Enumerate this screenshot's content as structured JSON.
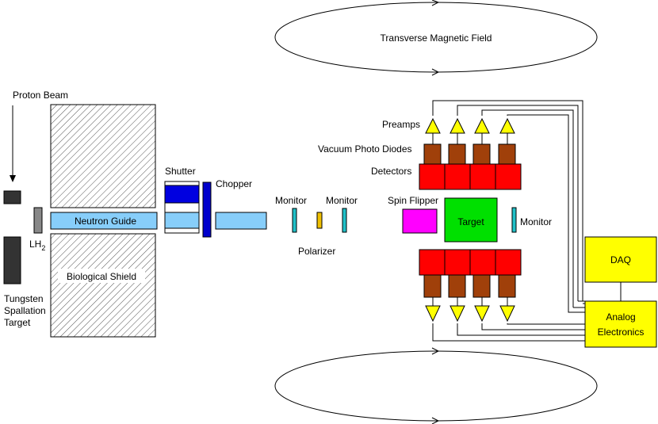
{
  "labels": {
    "field": "Transverse Magnetic Field",
    "proton_beam": "Proton Beam",
    "lh2_main": "LH",
    "lh2_sub": "2",
    "target_tungsten": [
      "Tungsten",
      "Spallation",
      "Target"
    ],
    "neutron_guide": "Neutron Guide",
    "biological_shield": "Biological Shield",
    "shutter": "Shutter",
    "chopper": "Chopper",
    "monitor": "Monitor",
    "polarizer": "Polarizer",
    "spin_flipper": "Spin Flipper",
    "target": "Target",
    "preamps": "Preamps",
    "vpd": "Vacuum Photo Diodes",
    "detectors": "Detectors",
    "daq": "DAQ",
    "analog": [
      "Analog",
      "Electronics"
    ]
  },
  "colors": {
    "guide": "#87cefa",
    "shutter": "#0000e0",
    "chopper": "#0000cc",
    "monitor": "#20c0c8",
    "polarizer": "#f0c000",
    "spin_flipper": "#ff00ff",
    "target": "#00e000",
    "detector": "#ff0000",
    "vpd": "#a0400a",
    "preamp": "#ffff00",
    "daq": "#ffff00",
    "dark": "#333333",
    "lh2": "#888888"
  }
}
